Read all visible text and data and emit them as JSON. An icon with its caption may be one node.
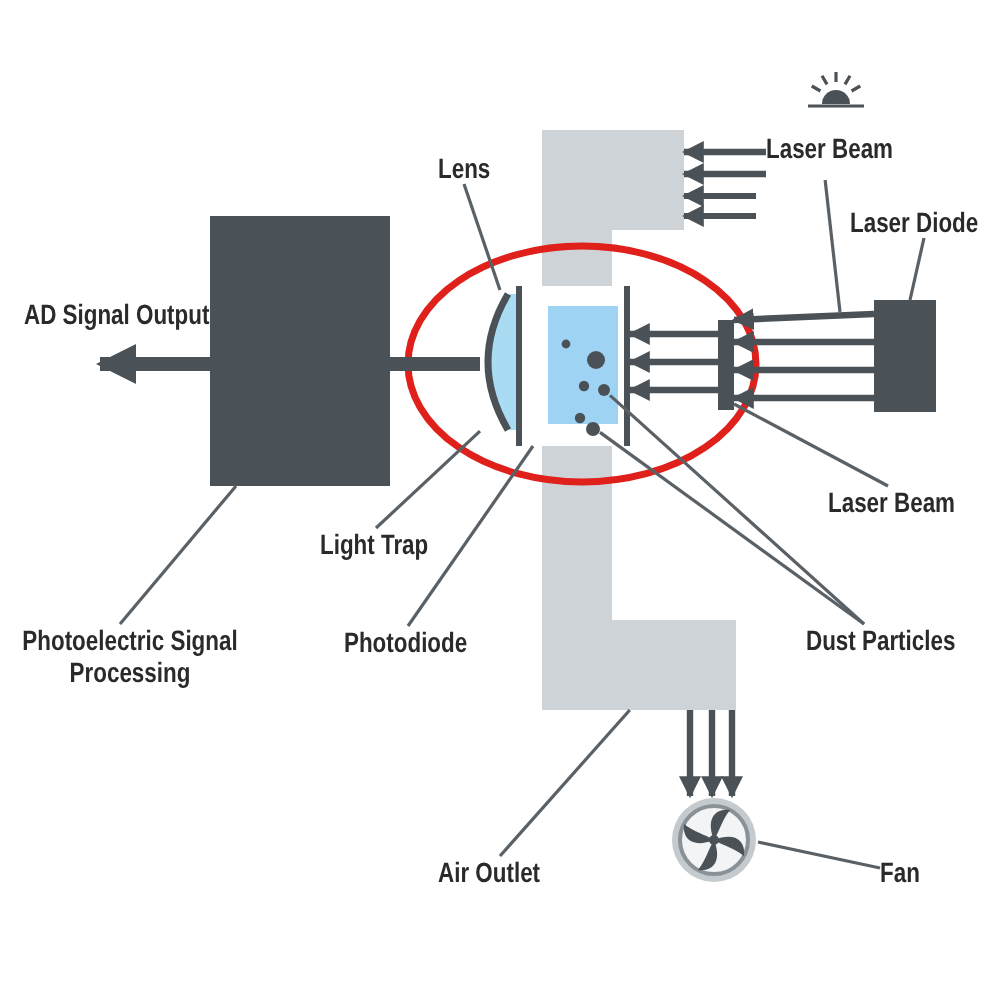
{
  "diagram": {
    "nodes": [
      {
        "text": [
          "Laser Beam"
        ]
      },
      {
        "text": [
          "Laser Diode"
        ]
      },
      {
        "text": [
          "Lens"
        ]
      },
      {
        "text": [
          "Light Trap"
        ]
      },
      {
        "text": [
          "Photodiode"
        ]
      },
      {
        "text": [
          "Photoelectric Signal Processing"
        ]
      },
      {
        "text": [
          "Laser Beam"
        ]
      },
      {
        "text": [
          "Dust Particles"
        ]
      },
      {
        "text": [
          "Air Outlet"
        ]
      },
      {
        "text": [
          "Fan"
        ]
      },
      {
        "text": [],
        "shape": "box"
      },
      {
        "text": [],
        "shape": "lens"
      },
      {
        "text": [],
        "shape": "box"
      },
      {
        "text": [],
        "shape": "circle"
      },
      {
        "text": [],
        "shape": "circle"
      },
      {
        "text": [],
        "shape": "bar"
      },
      {
        "text": [],
        "shape": "box"
      },
      {
        "text": [],
        "shape": "duct"
      },
      {
        "text": [],
        "shape": "fan"
      },
      {
        "text": [
          "AD Signal Output"
        ]
      },
      {
        "text": [],
        "shape": "duct"
      }
    ],
    "edges": [
      {
        "from": 0,
        "to": null,
        "arrow": "none"
      },
      {
        "from": 1,
        "to": 16,
        "arrow": "none"
      },
      {
        "from": 2,
        "to": 11,
        "arrow": "none"
      },
      {
        "from": 3,
        "to": 11,
        "arrow": "none"
      },
      {
        "from": 4,
        "to": 12,
        "arrow": "none"
      },
      {
        "from": 5,
        "to": 10,
        "arrow": "none"
      },
      {
        "from": 6,
        "to": 15,
        "arrow": "none"
      },
      {
        "from": 7,
        "to": 13,
        "arrow": "none"
      },
      {
        "from": 7,
        "to": 14,
        "arrow": "none"
      },
      {
        "from": 8,
        "to": 20,
        "arrow": "none"
      },
      {
        "from": 9,
        "to": 18,
        "arrow": "none"
      },
      {
        "from": 10,
        "to": 11,
        "arrow": "none",
        "style": "thick"
      },
      {
        "from": 10,
        "to": 19,
        "arrow": "to",
        "style": "thick"
      },
      {
        "from": 16,
        "to": 15,
        "arrow": "to"
      },
      {
        "from": 16,
        "to": 15,
        "arrow": "to"
      },
      {
        "from": 16,
        "to": 15,
        "arrow": "to"
      },
      {
        "from": 16,
        "to": 15,
        "arrow": "to"
      },
      {
        "from": 15,
        "to": 12,
        "arrow": "to"
      },
      {
        "from": 15,
        "to": 12,
        "arrow": "to"
      },
      {
        "from": 15,
        "to": 12,
        "arrow": "to"
      },
      {
        "from": 20,
        "to": 18,
        "arrow": "to"
      },
      {
        "from": 20,
        "to": 18,
        "arrow": "to"
      },
      {
        "from": 20,
        "to": 18,
        "arrow": "to"
      },
      {
        "from": 0,
        "to": 17,
        "arrow": "to"
      },
      {
        "from": 0,
        "to": 17,
        "arrow": "to"
      }
    ]
  }
}
